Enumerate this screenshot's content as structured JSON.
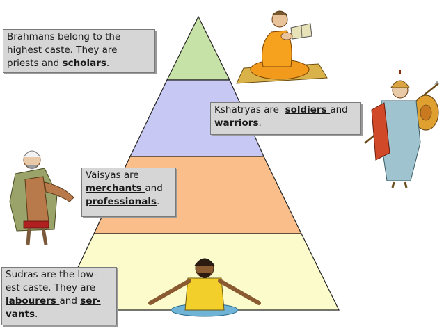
{
  "tiers": [
    {
      "name": "Brahmans",
      "color": "#c7e2a6"
    },
    {
      "name": "Kshatriyas",
      "color": "#c7c8f4"
    },
    {
      "name": "Vaisyas",
      "color": "#f9be8a"
    },
    {
      "name": "Sudras",
      "color": "#fcfbcb"
    }
  ],
  "boxes": {
    "brahmans": {
      "line1": "Brahmans belong to the",
      "line2": "highest caste.  They are",
      "line3_pre": "priests and ",
      "line3_bold": "scholars",
      "line3_post": "."
    },
    "kshatriyas": {
      "line1_pre": "Kshatryas are  ",
      "line1_bold": "soldiers ",
      "line1_post": "and",
      "line2_bold": "warriors",
      "line2_post": "."
    },
    "vaisyas": {
      "line1": "Vaisyas are",
      "line2_bold": "merchants ",
      "line2_post": "and",
      "line3_bold": "professionals",
      "line3_post": "."
    },
    "sudras": {
      "line1": "Sudras are the low-",
      "line2": "est caste. They are",
      "line3_bold": "labourers ",
      "line3_mid": "and ",
      "line3_bold2": "ser-",
      "line4_bold": "vants",
      "line4_post": "."
    }
  },
  "figures": {
    "brahman": "reading-monk-figure",
    "kshatriya": "warrior-figure",
    "vaisya": "merchant-figure",
    "sudra": "laborer-figure"
  }
}
